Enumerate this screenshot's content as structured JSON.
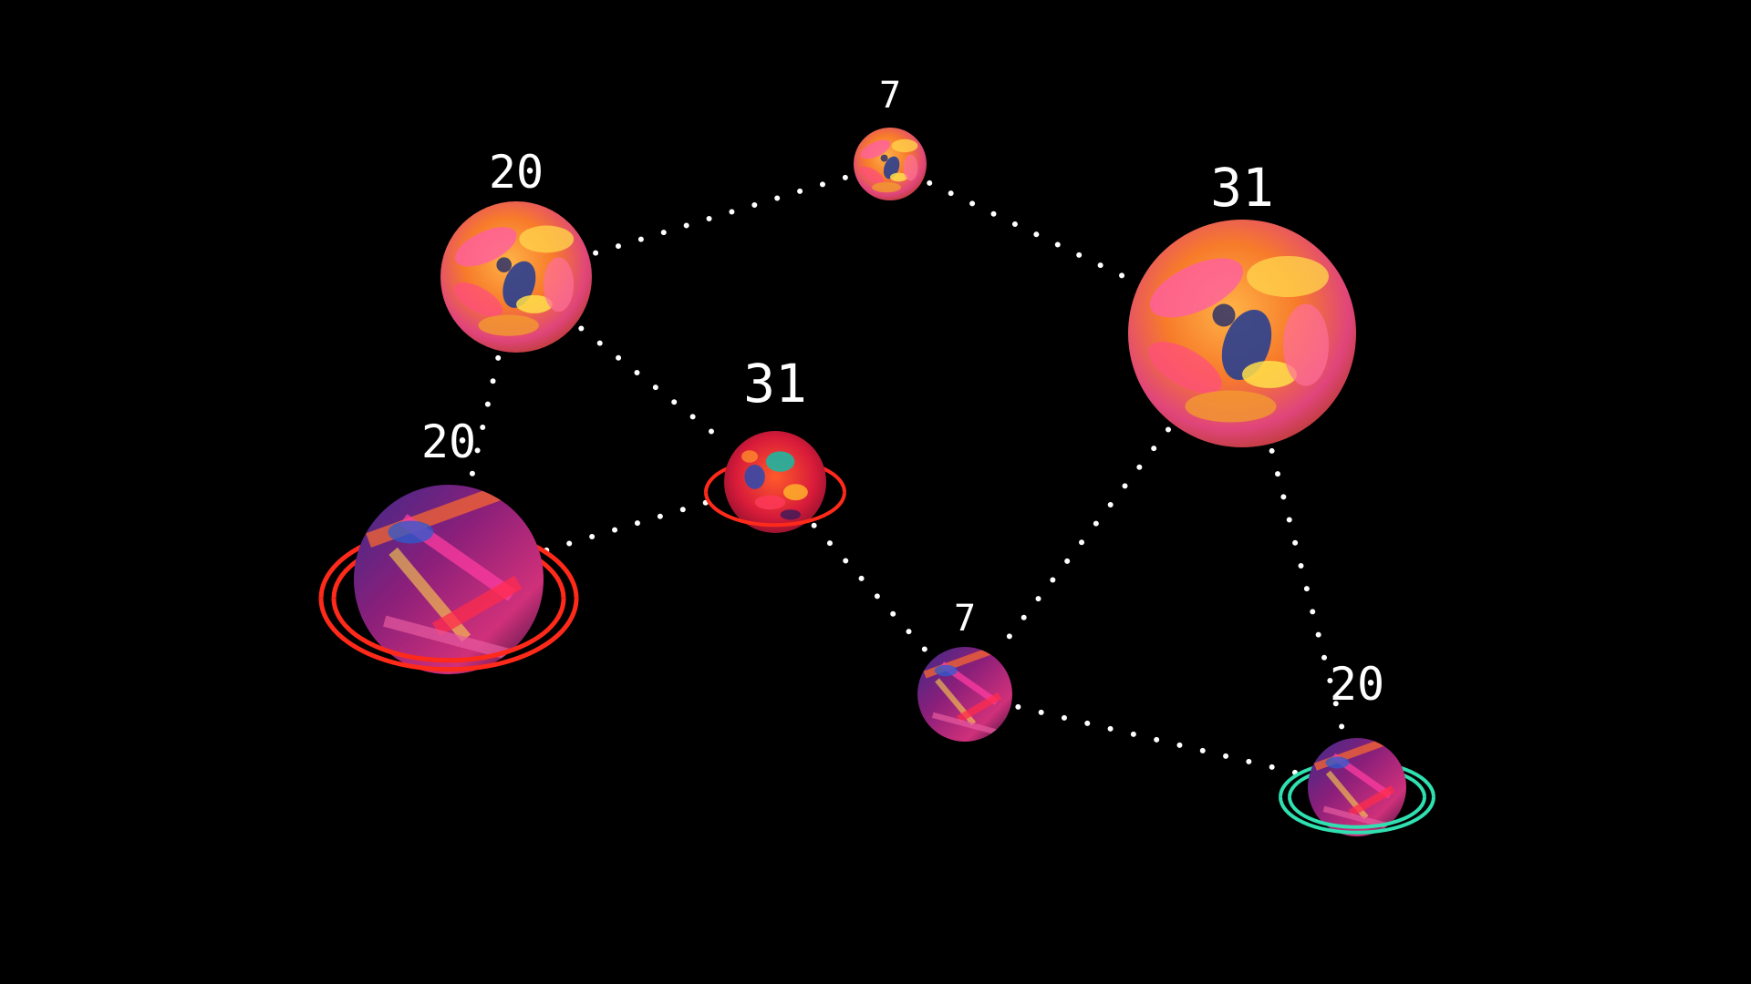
{
  "planets": [
    {
      "id": "p1",
      "units": "7",
      "owner": "neutral",
      "texture": "orange-swirl"
    },
    {
      "id": "p2",
      "units": "20",
      "owner": "neutral",
      "texture": "orange-swirl"
    },
    {
      "id": "p3",
      "units": "31",
      "owner": "neutral",
      "texture": "orange-swirl"
    },
    {
      "id": "p4",
      "units": "31",
      "owner": "red",
      "texture": "red-rocky"
    },
    {
      "id": "p5",
      "units": "20",
      "owner": "red",
      "texture": "purple-stripes"
    },
    {
      "id": "p6",
      "units": "7",
      "owner": "neutral",
      "texture": "purple-stripes"
    },
    {
      "id": "p7",
      "units": "20",
      "owner": "teal",
      "texture": "purple-stripes"
    }
  ],
  "links": [
    [
      "p2",
      "p1"
    ],
    [
      "p1",
      "p3"
    ],
    [
      "p2",
      "p4"
    ],
    [
      "p2",
      "p5"
    ],
    [
      "p5",
      "p4"
    ],
    [
      "p4",
      "p6"
    ],
    [
      "p3",
      "p6"
    ],
    [
      "p3",
      "p7"
    ],
    [
      "p6",
      "p7"
    ]
  ],
  "colors": {
    "background": "#000000",
    "link": "#ffffff",
    "label": "#ffffff",
    "red_ring": "#ff2a1a",
    "teal_ring": "#2fe0b0"
  }
}
